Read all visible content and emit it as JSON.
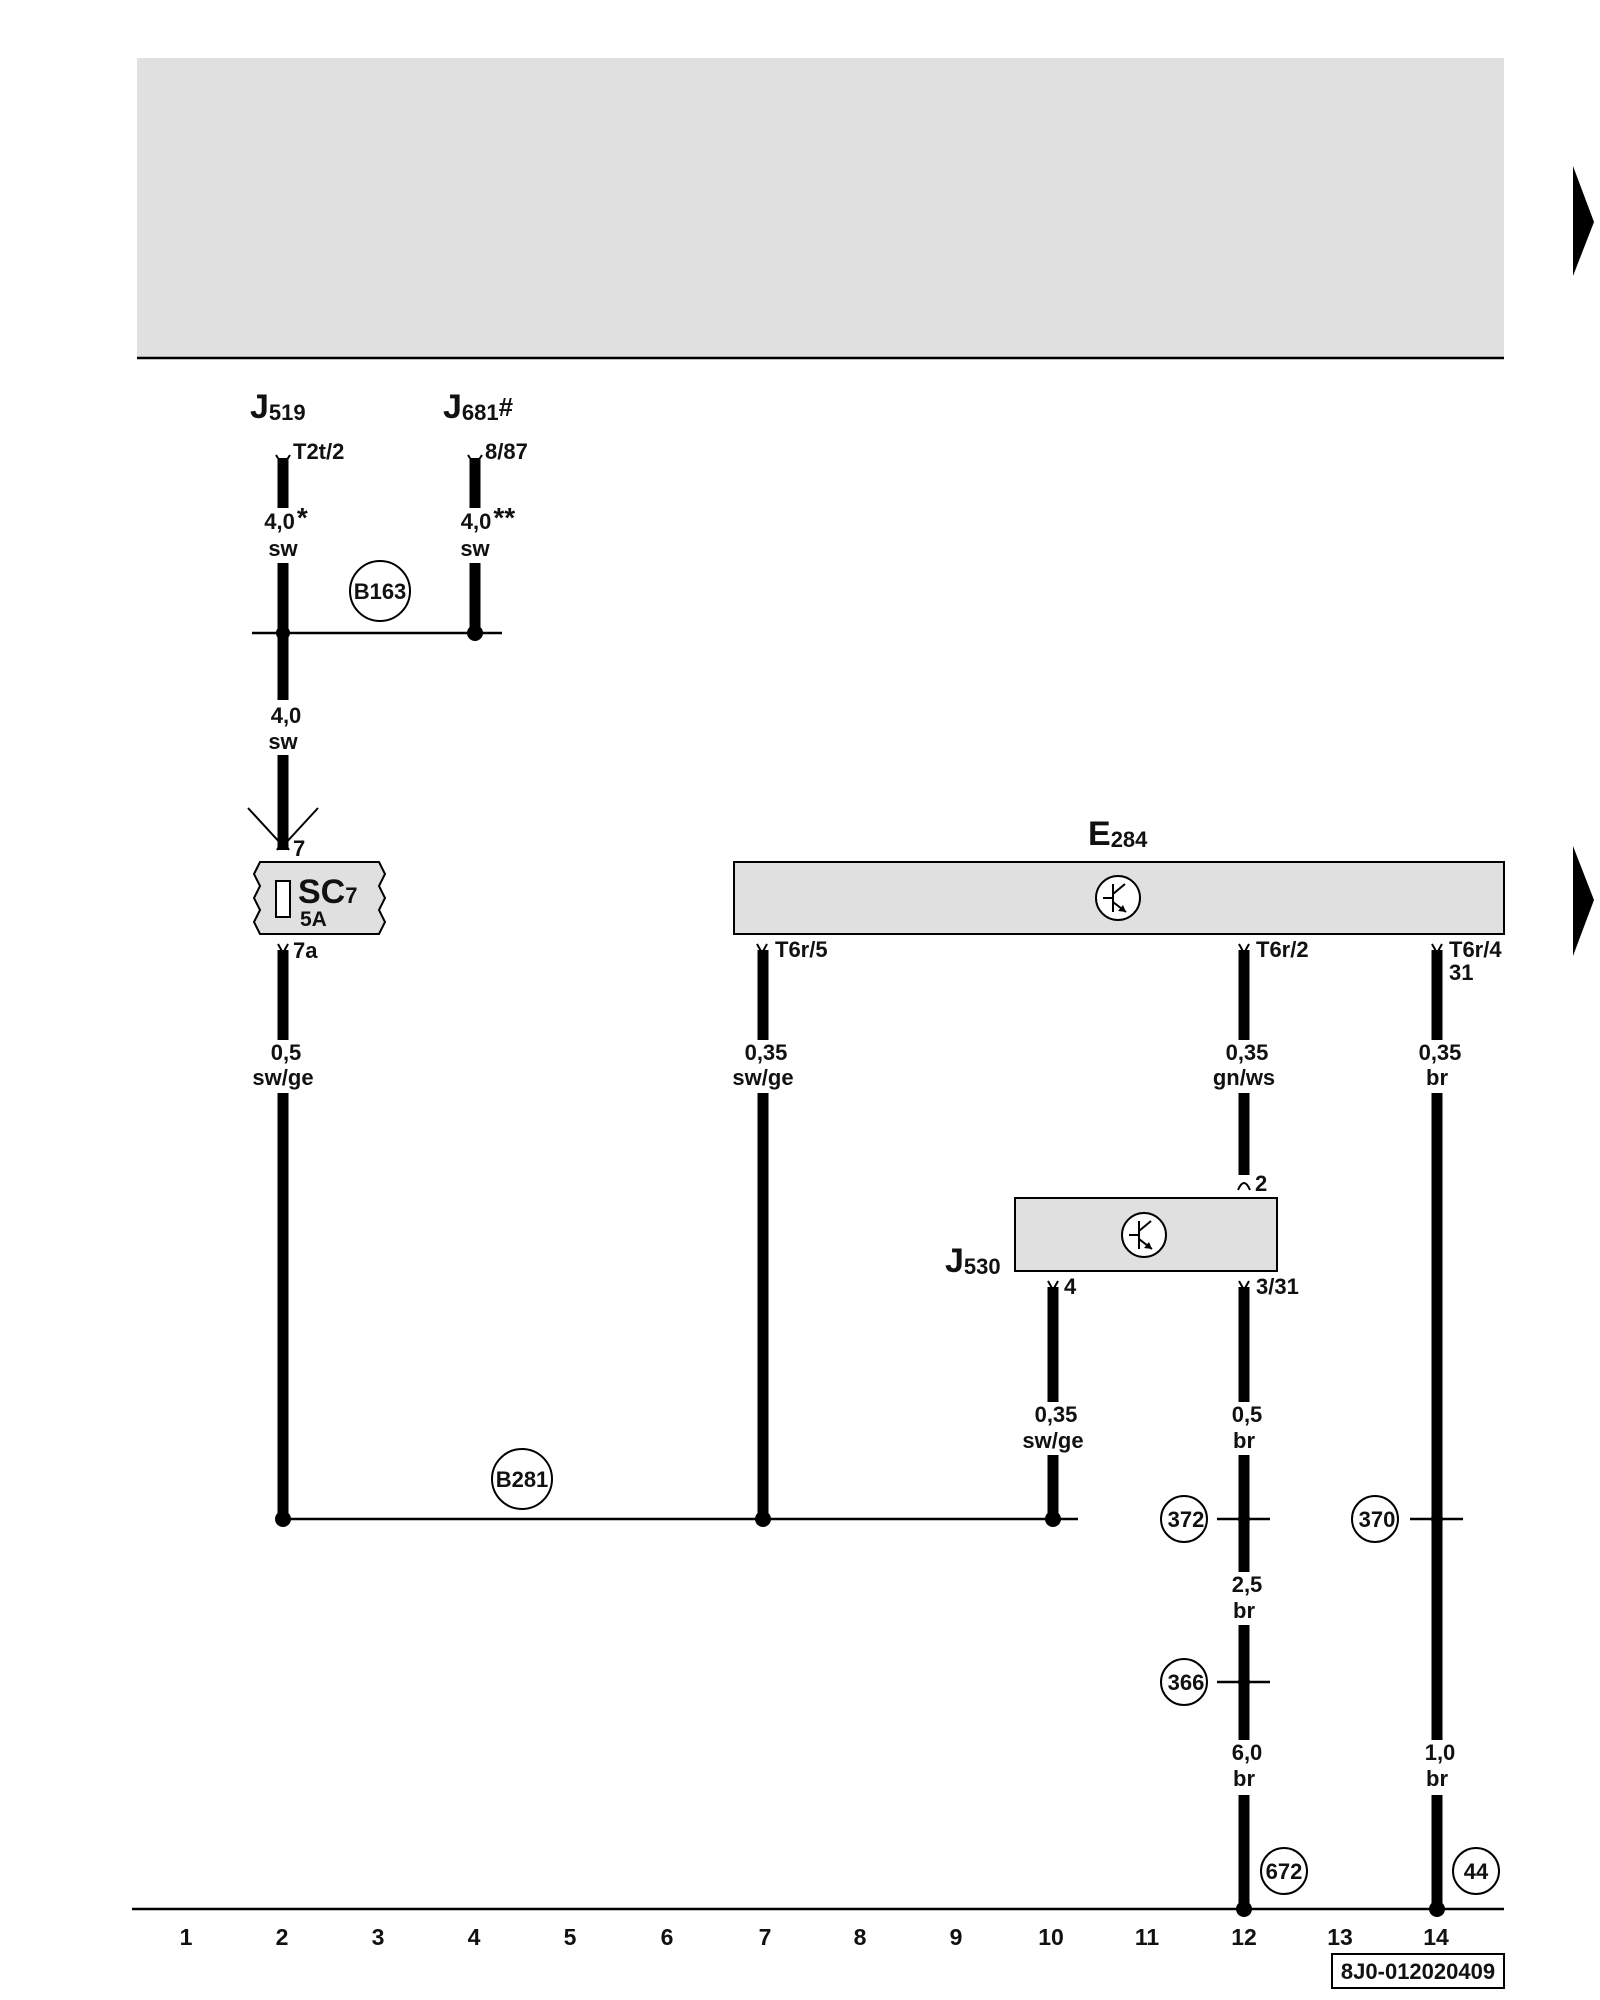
{
  "diagram_code": "8J0-012020409",
  "components": {
    "j519": {
      "letter": "J",
      "sub": "519",
      "pin": "T2t/2"
    },
    "j681": {
      "letter": "J",
      "sub": "681",
      "mark": "#",
      "pin": "8/87"
    },
    "sc7": {
      "main": "SC",
      "sub": "7",
      "rating": "5A",
      "pin_top": "7",
      "pin_bottom": "7a"
    },
    "e284": {
      "letter": "E",
      "sub": "284",
      "pin_a": "T6r/5",
      "pin_b": "T6r/2",
      "pin_c": "T6r/4",
      "pin_c2": "31"
    },
    "j530": {
      "letter": "J",
      "sub": "530",
      "pin_top": "2",
      "pin_left": "4",
      "pin_right": "3/31"
    }
  },
  "wires": {
    "w1": {
      "size": "4,0",
      "mark": "*",
      "color": "sw"
    },
    "w2": {
      "size": "4,0",
      "mark": "**",
      "color": "sw"
    },
    "w3": {
      "size": "4,0",
      "color": "sw"
    },
    "w4": {
      "size": "0,5",
      "color": "sw/ge"
    },
    "w5": {
      "size": "0,35",
      "color": "sw/ge"
    },
    "w6": {
      "size": "0,35",
      "color": "gn/ws"
    },
    "w7": {
      "size": "0,35",
      "color": "br"
    },
    "w8": {
      "size": "0,35",
      "color": "sw/ge"
    },
    "w9": {
      "size": "0,5",
      "color": "br"
    },
    "w10": {
      "size": "2,5",
      "color": "br"
    },
    "w11": {
      "size": "6,0",
      "color": "br"
    },
    "w12": {
      "size": "1,0",
      "color": "br"
    }
  },
  "refs": {
    "b163": "B163",
    "b281": "B281",
    "r372": "372",
    "r370": "370",
    "r366": "366",
    "r672": "672",
    "r44": "44"
  },
  "columns": [
    "1",
    "2",
    "3",
    "4",
    "5",
    "6",
    "7",
    "8",
    "9",
    "10",
    "11",
    "12",
    "13",
    "14"
  ]
}
